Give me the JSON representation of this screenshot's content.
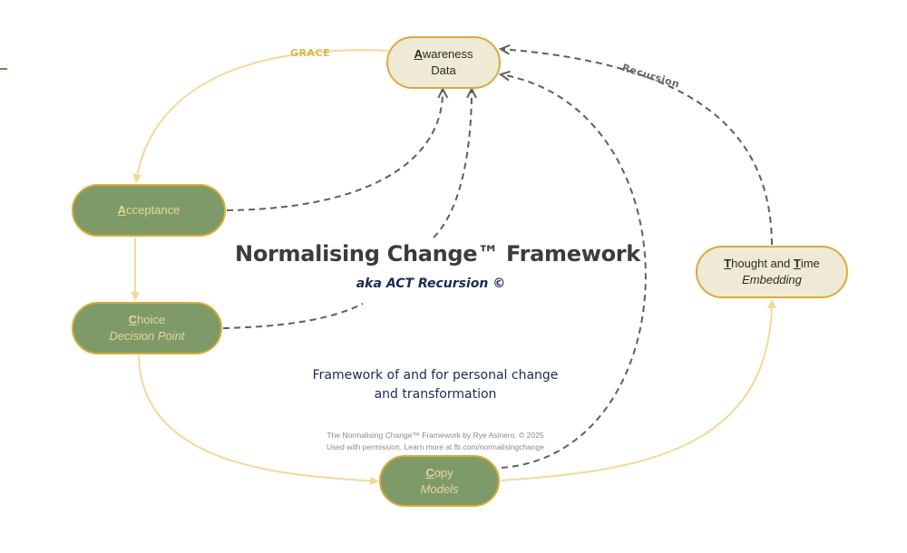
{
  "diagram": {
    "title": "Normalising Change™ Framework",
    "subtitle": "aka ACT Recursion ©",
    "description_line1": "Framework of and for personal change",
    "description_line2": "and transformation",
    "credit_line1": "The Normalising Change™ Framework by  Rye Asinero. © 2025",
    "credit_line2": "Used with permission. Learn more at fb.com/normalisingchange",
    "edge_labels": {
      "grace": "GRACE",
      "recursion": "Recursion"
    },
    "nodes": {
      "awareness": {
        "initial": "A",
        "rest": "wareness",
        "sub": "Data"
      },
      "acceptance": {
        "initial": "A",
        "rest": "cceptance"
      },
      "choice": {
        "initial": "C",
        "rest": "hoice",
        "sub": "Decision Point"
      },
      "copy": {
        "initial": "C",
        "rest": "opy",
        "sub": "Models"
      },
      "thought": {
        "initial1": "T",
        "rest1": "hought and ",
        "initial2": "T",
        "rest2": "ime",
        "sub": "Embedding"
      }
    },
    "colors": {
      "solid_edge": "#f3d999",
      "dashed_edge": "#5f5f5a",
      "green_node": "#7e9a68",
      "cream_node": "#efead6",
      "node_border": "#d8ac3a"
    }
  }
}
